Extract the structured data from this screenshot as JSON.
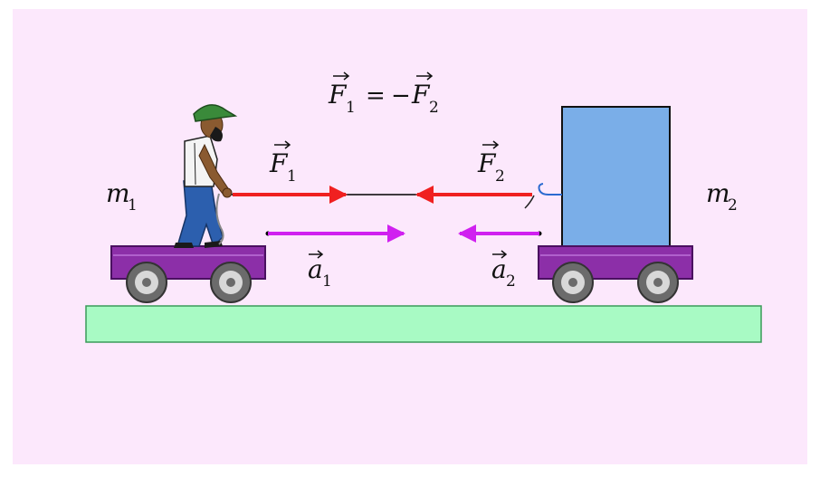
{
  "diagram": {
    "equation": {
      "lhs_symbol": "F",
      "lhs_sub": "1",
      "equals": "=",
      "minus": "−",
      "rhs_symbol": "F",
      "rhs_sub": "2"
    },
    "mass_left": {
      "symbol": "m",
      "sub": "1"
    },
    "mass_right": {
      "symbol": "m",
      "sub": "2"
    },
    "force_left": {
      "symbol": "F",
      "sub": "1"
    },
    "force_right": {
      "symbol": "F",
      "sub": "2"
    },
    "accel_left": {
      "symbol": "a",
      "sub": "1"
    },
    "accel_right": {
      "symbol": "a",
      "sub": "2"
    }
  },
  "colors": {
    "background": "#fce8fc",
    "ground": "#a8fac4",
    "ground_stroke": "#3a9a5a",
    "cart": "#8c2fa8",
    "cart_stroke": "#4a1060",
    "wheel_outer": "#6b6b6b",
    "wheel_inner": "#d8d8d8",
    "force_arrow": "#f02020",
    "accel_arrow": "#d020f0",
    "rope": "#000000",
    "box": "#7aaee8",
    "box_stroke": "#111111",
    "hat": "#3a8a3a",
    "shirt": "#f4f4f4",
    "jeans": "#2c5fae",
    "skin": "#8a5a30",
    "hook": "#2a6ad0"
  }
}
